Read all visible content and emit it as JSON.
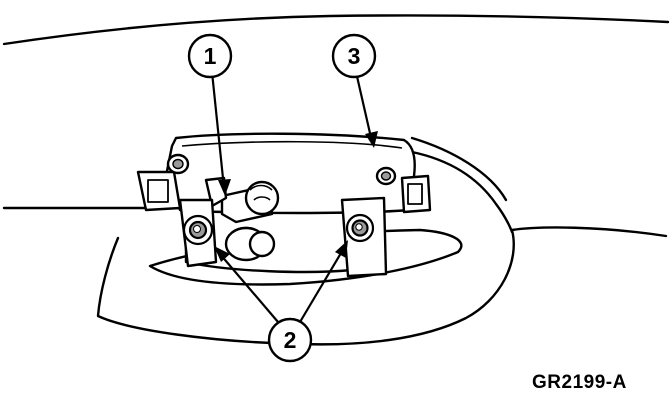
{
  "callouts": [
    {
      "label": "1"
    },
    {
      "label": "2"
    },
    {
      "label": "3"
    }
  ],
  "figure_code": "GR2199-A",
  "colors": {
    "line": "#000000",
    "background": "#ffffff",
    "hatch_gray": "#9a9a9a"
  }
}
